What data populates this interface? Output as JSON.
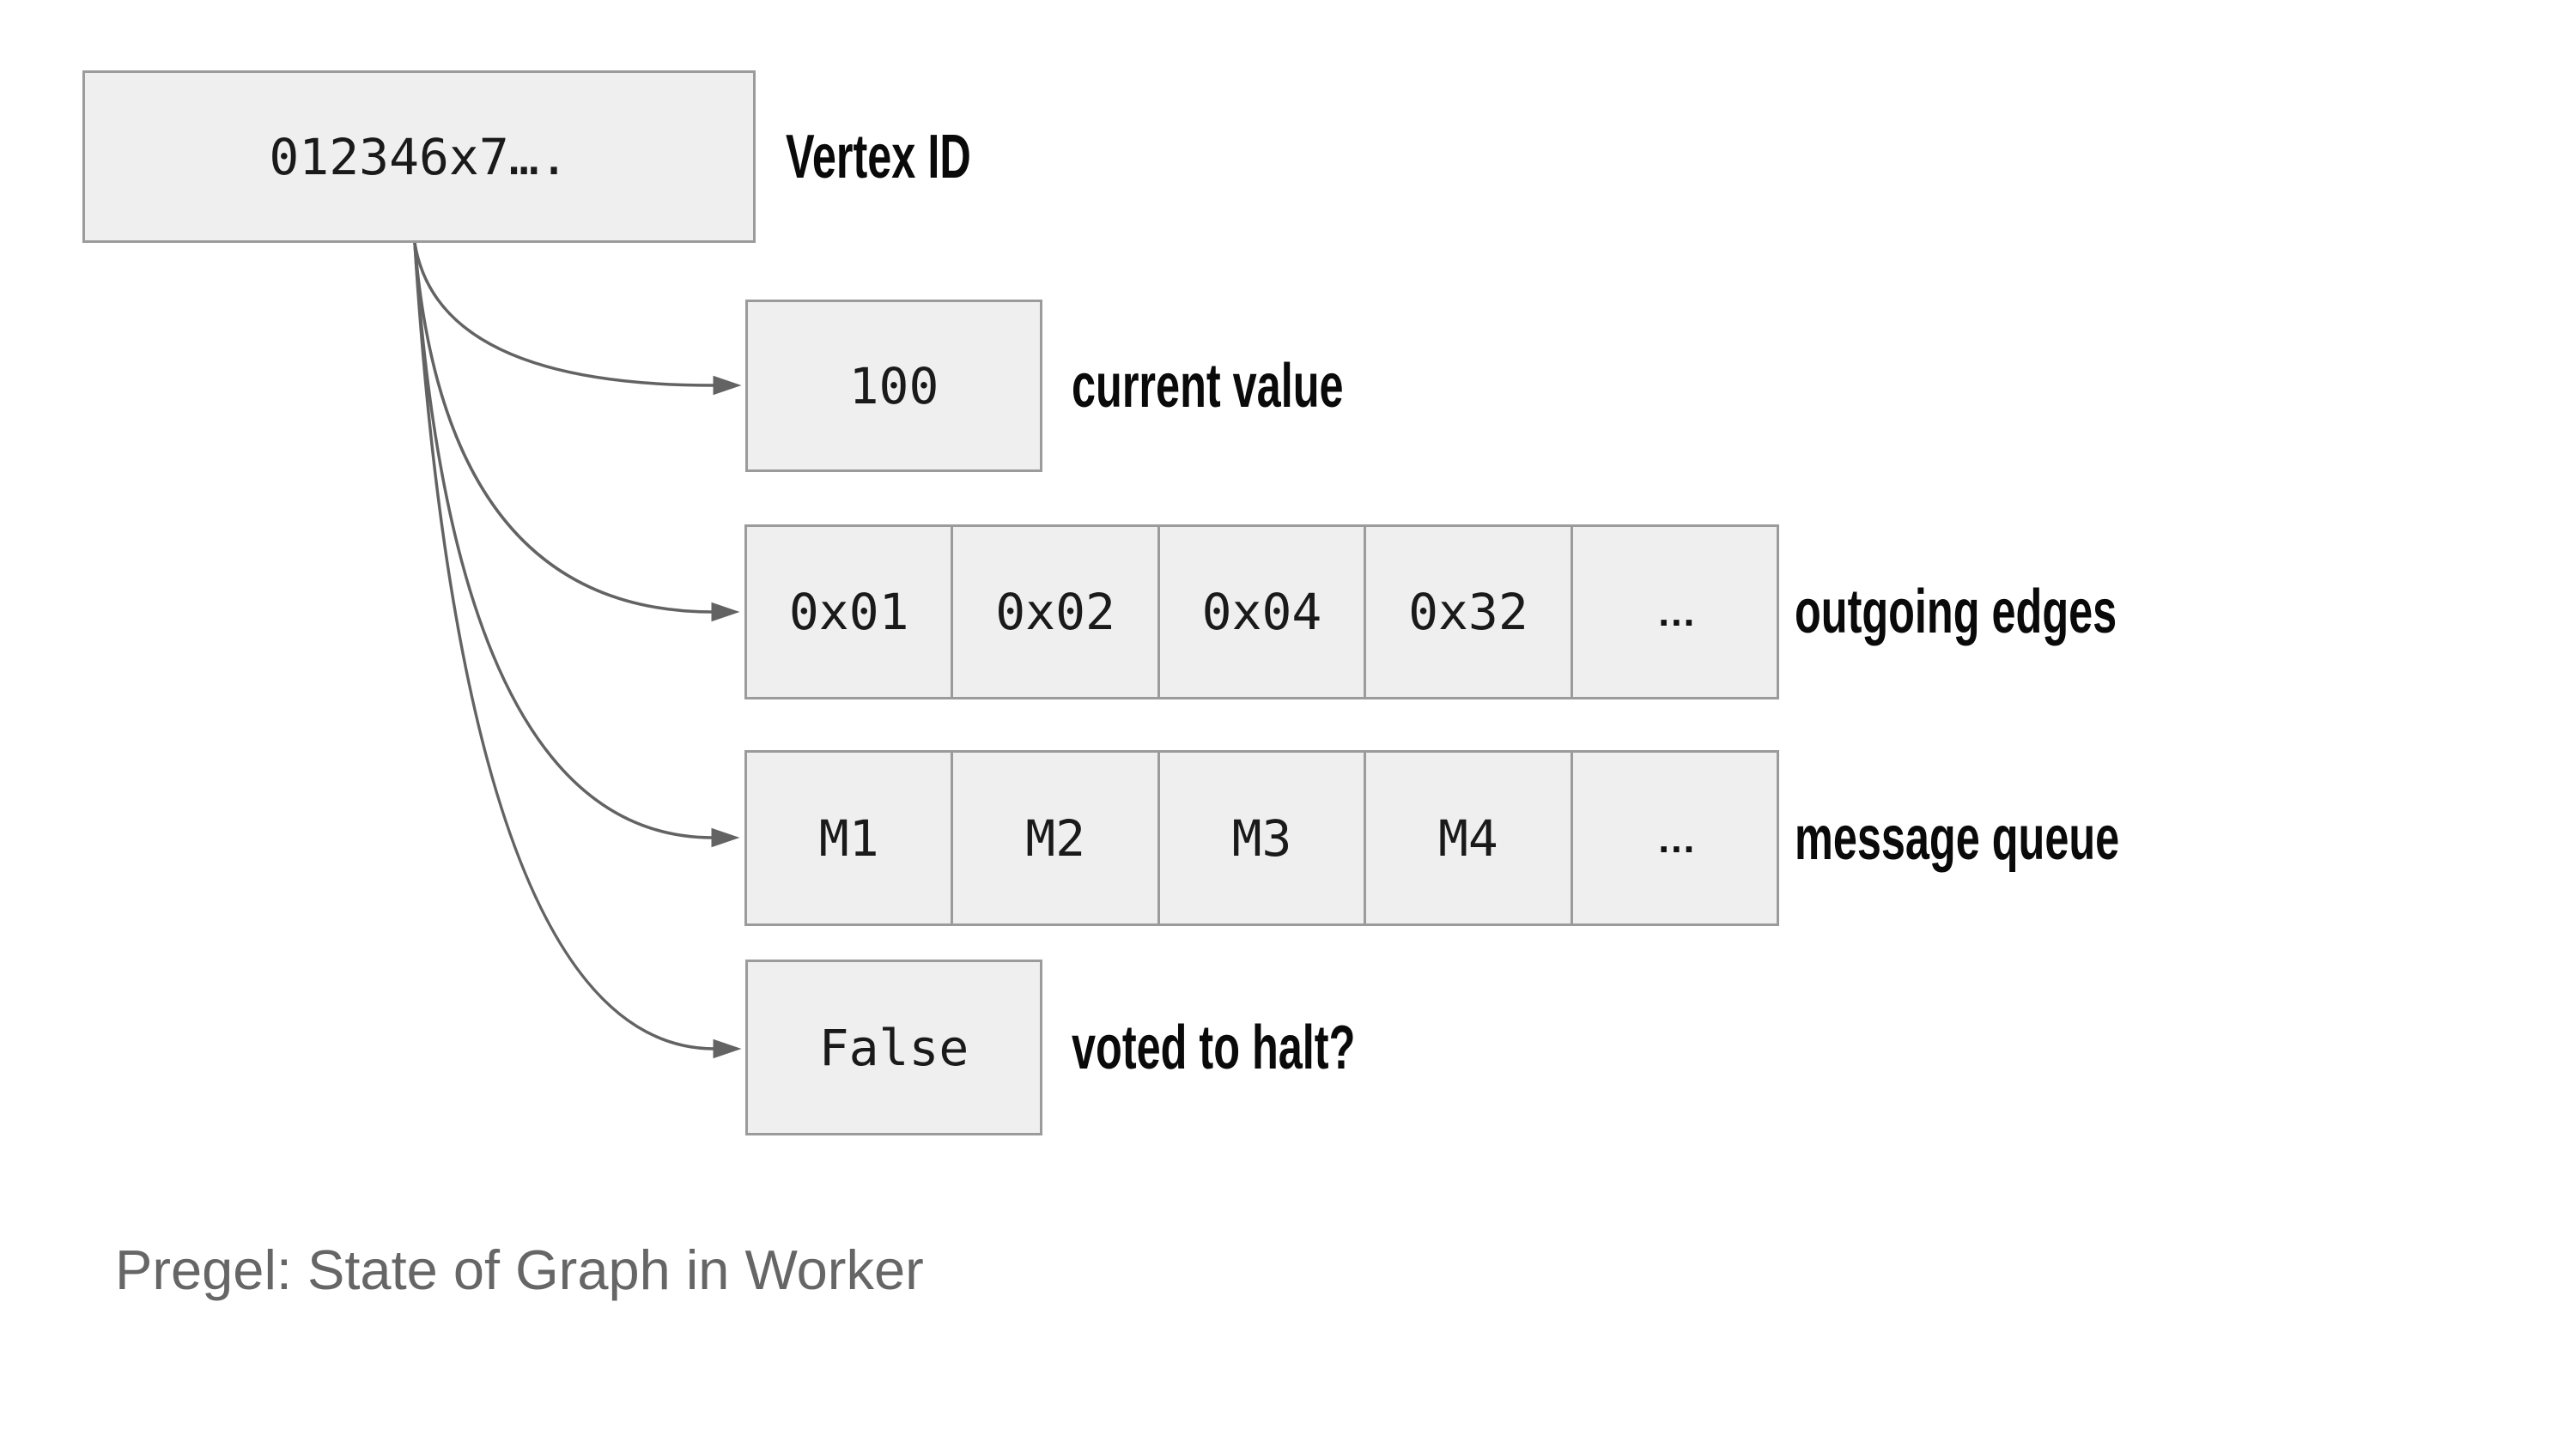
{
  "vertex": {
    "value": "012346x7….",
    "label": "Vertex ID"
  },
  "current_value": {
    "value": "100",
    "label": "current value"
  },
  "outgoing_edges": {
    "cells": [
      "0x01",
      "0x02",
      "0x04",
      "0x32",
      "…"
    ],
    "label": "outgoing edges"
  },
  "message_queue": {
    "cells": [
      "M1",
      "M2",
      "M3",
      "M4",
      "…"
    ],
    "label": "message queue"
  },
  "voted_to_halt": {
    "value": "False",
    "label": "voted to halt?"
  },
  "caption": "Pregel: State of Graph in Worker",
  "colors": {
    "box_fill": "#efefef",
    "box_border": "#9b9b9b",
    "arrow": "#636363",
    "label_text": "#0a0a0a",
    "caption_text": "#666666",
    "background": "#ffffff"
  }
}
